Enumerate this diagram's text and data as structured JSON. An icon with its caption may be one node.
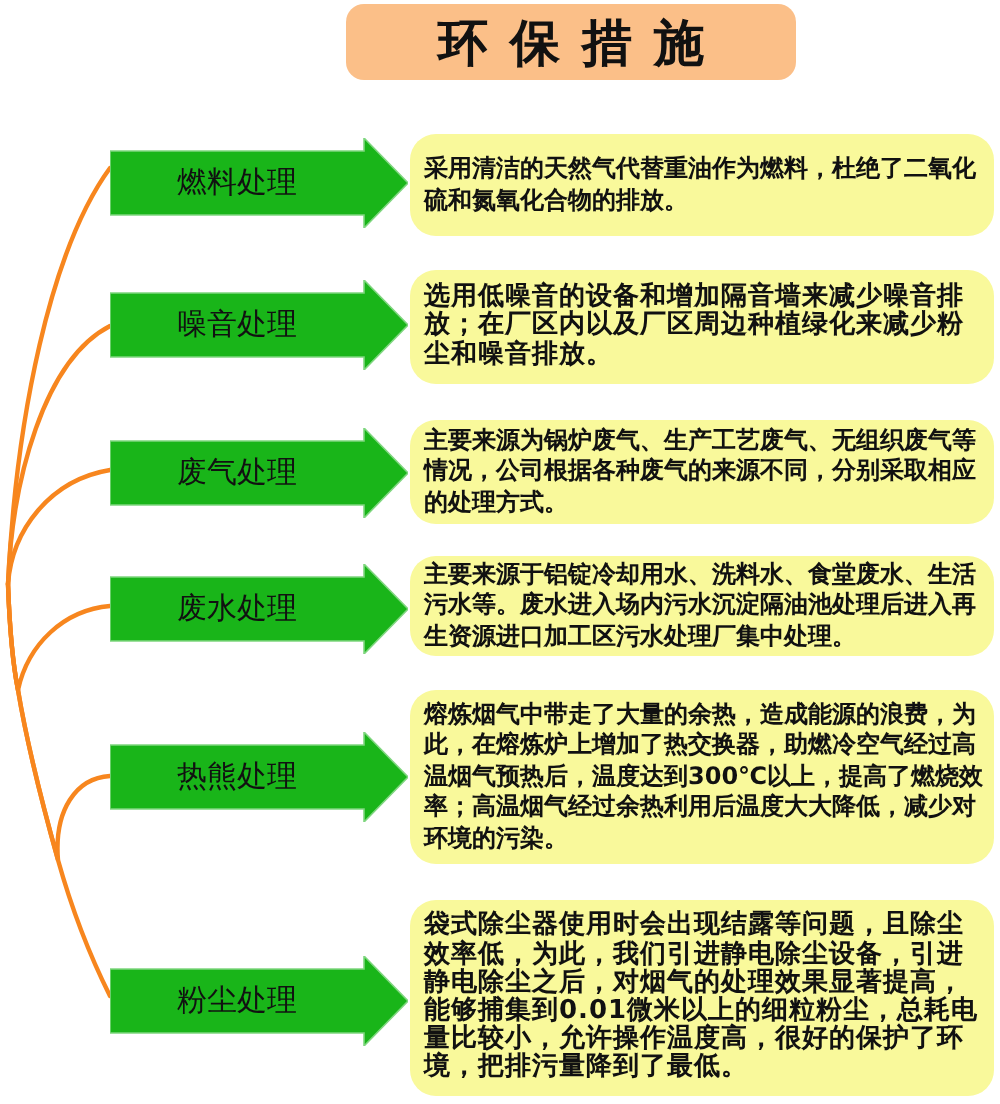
{
  "diagram": {
    "title": "环保措施",
    "nodes": [
      {
        "text": [
          "燃料处理"
        ]
      },
      {
        "text": [
          "采用清洁的天然气代替重油作为燃料，杜绝了二氧化硫和氮氧化合物的排放。"
        ]
      },
      {
        "text": [
          "噪音处理"
        ]
      },
      {
        "text": [
          "选用低噪音的设备和增加隔音墙来减少噪音排放；在厂区内以及厂区周边种植绿化来减少粉尘和噪音排放。"
        ]
      },
      {
        "text": [
          "废气处理"
        ]
      },
      {
        "text": [
          "主要来源为锅炉废气、生产工艺废气、无组织废气等情况，公司根据各种废气的来源不同，分别采取相应的处理方式。"
        ]
      },
      {
        "text": [
          "废水处理"
        ]
      },
      {
        "text": [
          "主要来源于铝锭冷却用水、洗料水、食堂废水、生活污水等。废水进入场内污水沉淀隔油池处理后进入再生资源进口加工区污水处理厂集中处理。"
        ]
      },
      {
        "text": [
          "热熊处理"
        ]
      },
      {
        "text": [
          "熔炼烟气中带走了大量的余热，造成能源的浪费，为此，在熔炼炉上增加了热交换器，助燃冷空气经过高温烟气预热后，温度达到300℃以上，提高了燃烧效率；高温烟气经过余热利用后温度大大降低，减少对环境的污染。"
        ]
      },
      {
        "text": [
          "粉尘处理"
        ]
      },
      {
        "text": [
          "袋式除尘器使用时会出现结露等问题，且除尘效率低，为此，我们引进静电除尘设备，引进静电除尘之后，对烟气的处理效果显著提高，能够捕集到0.01微米以上的细粒粉尘，总耗电量比较小，允许操作温度高，很好的保护了环境，把排污量降到了最低。"
        ]
      }
    ],
    "edges": [
      {
        "from": null,
        "to": 0,
        "arrow": "none"
      },
      {
        "from": null,
        "to": 2,
        "arrow": "none"
      },
      {
        "from": null,
        "to": 4,
        "arrow": "none"
      },
      {
        "from": null,
        "to": 6,
        "arrow": "none"
      },
      {
        "from": null,
        "to": 8,
        "arrow": "none"
      },
      {
        "from": null,
        "to": 10,
        "arrow": "none"
      }
    ]
  }
}
